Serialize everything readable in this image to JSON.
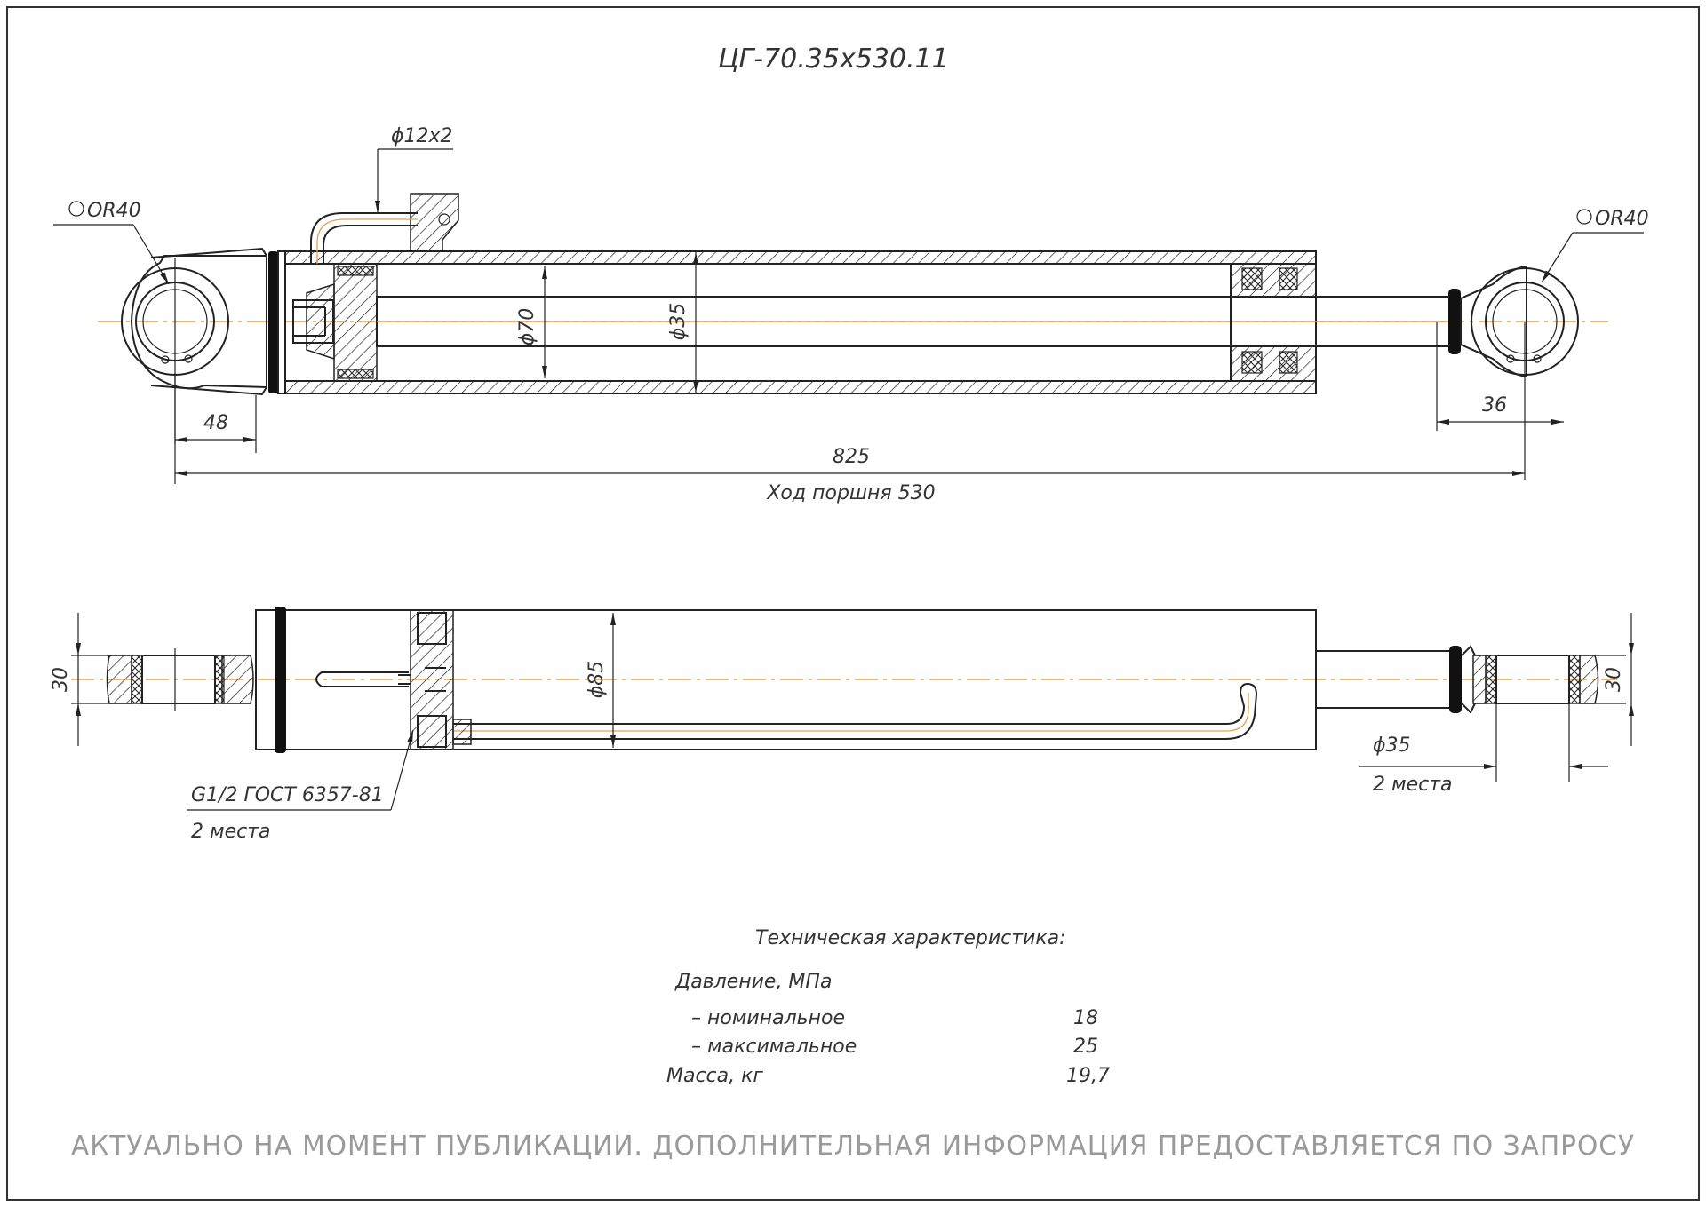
{
  "title": "ЦГ-70.35х530.11",
  "dimensions": {
    "tube_line": "ϕ12x2",
    "rod_end_left": "OR40",
    "rod_end_right": "OR40",
    "bore": "ϕ70",
    "rod": "ϕ35",
    "left_offset": "48",
    "right_offset": "36",
    "overall_length": "825",
    "stroke": "Ход поршня 530",
    "outer_diameter": "ϕ85",
    "eye_width_left": "30",
    "eye_width_right": "30",
    "pin_diameter": "ϕ35",
    "pin_places": "2 места",
    "port_thread": "G1/2 ГОСТ 6357-81",
    "port_places": "2 места"
  },
  "specs": {
    "heading": "Техническая характеристика:",
    "pressure_label": "Давление, МПа",
    "nominal_label": "– номинальное",
    "nominal_value": "18",
    "max_label": "– максимальное",
    "max_value": "25",
    "mass_label": "Масса, кг",
    "mass_value": "19,7"
  },
  "disclaimer": "АКТУАЛЬНО НА МОМЕНТ ПУБЛИКАЦИИ. ДОПОЛНИТЕЛЬНАЯ ИНФОРМАЦИЯ ПРЕДОСТАВЛЯЕТСЯ ПО ЗАПРОСУ"
}
